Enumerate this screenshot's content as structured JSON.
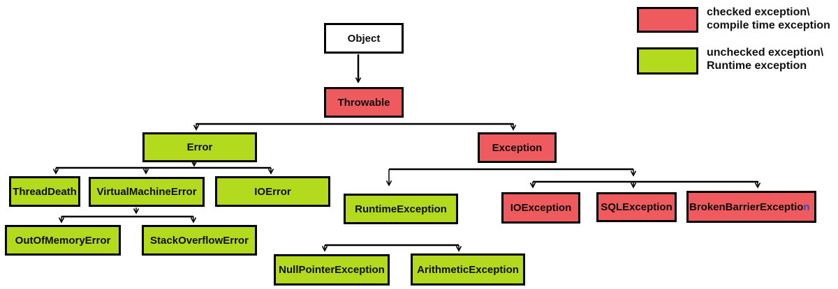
{
  "colors": {
    "checked": "#ee5a5e",
    "unchecked": "#b4da1e",
    "root_fill": "#ffffff",
    "line": "#000000",
    "overflow_char": "#2b50c8"
  },
  "legend": {
    "checked": {
      "line1": "checked exception\\",
      "line2": "compile time exception"
    },
    "unchecked": {
      "line1": "unchecked exception\\",
      "line2": "Runtime exception"
    }
  },
  "nodes": {
    "object": {
      "label": "Object"
    },
    "throwable": {
      "label": "Throwable"
    },
    "error": {
      "label": "Error"
    },
    "exception": {
      "label": "Exception"
    },
    "thread_death": {
      "label": "ThreadDeath"
    },
    "virtual_machine_error": {
      "label": "VirtualMachineError"
    },
    "io_error": {
      "label": "IOError"
    },
    "out_of_memory_error": {
      "label": "OutOfMemoryError"
    },
    "stack_overflow_error": {
      "label": "StackOverflowError"
    },
    "runtime_exception": {
      "label": "RuntimeException"
    },
    "io_exception": {
      "label": "IOException"
    },
    "sql_exception": {
      "label": "SQLException"
    },
    "broken_barrier_exception": {
      "label": "BrokenBarrierExceptio",
      "overflow_char": "n"
    },
    "null_pointer_exception": {
      "label": "NullPointerException"
    },
    "arithmetic_exception": {
      "label": "ArithmeticException"
    }
  }
}
